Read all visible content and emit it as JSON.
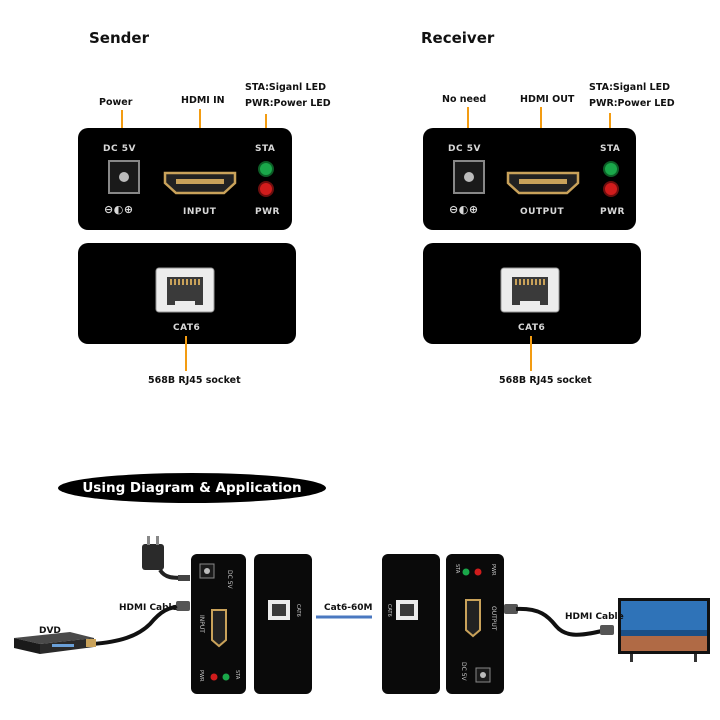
{
  "sender": {
    "title": "Sender",
    "power_label": "Power",
    "hdmi_label": "HDMI IN",
    "sta_label": "STA:Siganl LED",
    "pwr_label": "PWR:Power LED",
    "panel_dc": "DC 5V",
    "panel_port": "INPUT",
    "panel_sta": "STA",
    "panel_pwr": "PWR",
    "panel_cat": "CAT6",
    "socket_label": "568B RJ45 socket"
  },
  "receiver": {
    "title": "Receiver",
    "power_label": "No need",
    "hdmi_label": "HDMI OUT",
    "sta_label": "STA:Siganl LED",
    "pwr_label": "PWR:Power LED",
    "panel_dc": "DC 5V",
    "panel_port": "OUTPUT",
    "panel_sta": "STA",
    "panel_pwr": "PWR",
    "panel_cat": "CAT6",
    "socket_label": "568B RJ45 socket"
  },
  "application": {
    "banner": "Using Diagram & Application",
    "dvd_label": "DVD",
    "hdmi_cable_left": "HDMI Cable",
    "cat_link": "Cat6-60M",
    "hdmi_cable_right": "HDMI Cable"
  },
  "colors": {
    "accent_line": "#f39c12",
    "cat_line": "#4a78c0",
    "led_green": "#1aa84a",
    "led_red": "#d01c1c"
  }
}
